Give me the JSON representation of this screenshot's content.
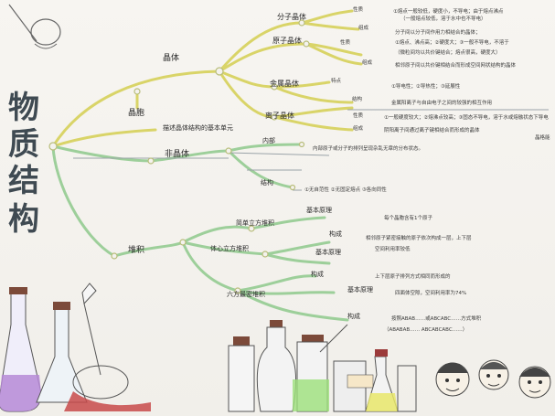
{
  "title_chars": [
    "物",
    "质",
    "结",
    "构"
  ],
  "level1": {
    "crystal": "晶体",
    "cell": "晶胞",
    "cell_def": "描述晶体结构的基本单元",
    "noncrystal": "非晶体",
    "stacking": "堆积"
  },
  "crystal": {
    "molecular": "分子晶体",
    "atomic": "原子晶体",
    "metallic": "金属晶体",
    "ionic": "离子晶体",
    "props": {
      "properties": "性质",
      "composition": "组成",
      "structure": "结构",
      "features": "特点"
    },
    "notes": [
      "①熔点一般较低，硬度小，不导电；由于熔点沸点",
      "（一般熔点较低，溶于水中也不导电）",
      "分子间以分子间作用力相结合的晶体；",
      "①熔点、沸点高；②硬度大；③一般不导电，不溶于",
      "（微粒间均以共价键结合；熔点很高，硬度大）",
      "相邻原子间以共价键相结合而形成空间网状结构的晶体",
      "①导电性；②导热性；③延展性",
      "金属阳离子与自由电子之间的较强的相互作用",
      "①一般硬度较大；②熔沸点较高；③固态不导电，溶于水或熔融状态下导电",
      "阴阳离子间通过离子键相结合而形成的晶体"
    ],
    "side_note": "晶格能"
  },
  "noncrystal": {
    "internal": "内部",
    "structure": "结构",
    "internal_note": "内部原子或分子的排列呈现杂乱无章的分布状态。",
    "structure_note": "①无自范性 ②无固定熔点 ③各向同性"
  },
  "stacking": {
    "simple": "简单立方堆积",
    "bcc": "体心立方堆积",
    "hcp": "六方最密堆积",
    "basic_principle": "基本原理",
    "composition": "构成",
    "notes": [
      "每个晶胞含有1个原子",
      "相邻原子紧密接触的原子依次构成一层，上下层",
      "空间利用率较低",
      "上下层原子排列方式相同而形成的",
      "四面体空隙，空间利用率为74%",
      "按照ABAB……或ABCABC……方式堆积"
    ],
    "bottom_abab": "（ABABAB……  ABCABCABC……）"
  },
  "colors": {
    "yellow_branch": "#d9d468",
    "green_branch": "#9dcf9a",
    "ink": "#2a2a2a",
    "flask_purple": "#b68ad6",
    "flask_green": "#9ce07a",
    "flask_yellow": "#e8e66a",
    "spill_red": "#c84a4a"
  },
  "icons": [
    "flask-icon",
    "beaker-icon",
    "test-tube-icon",
    "cartoon-face-icon"
  ]
}
